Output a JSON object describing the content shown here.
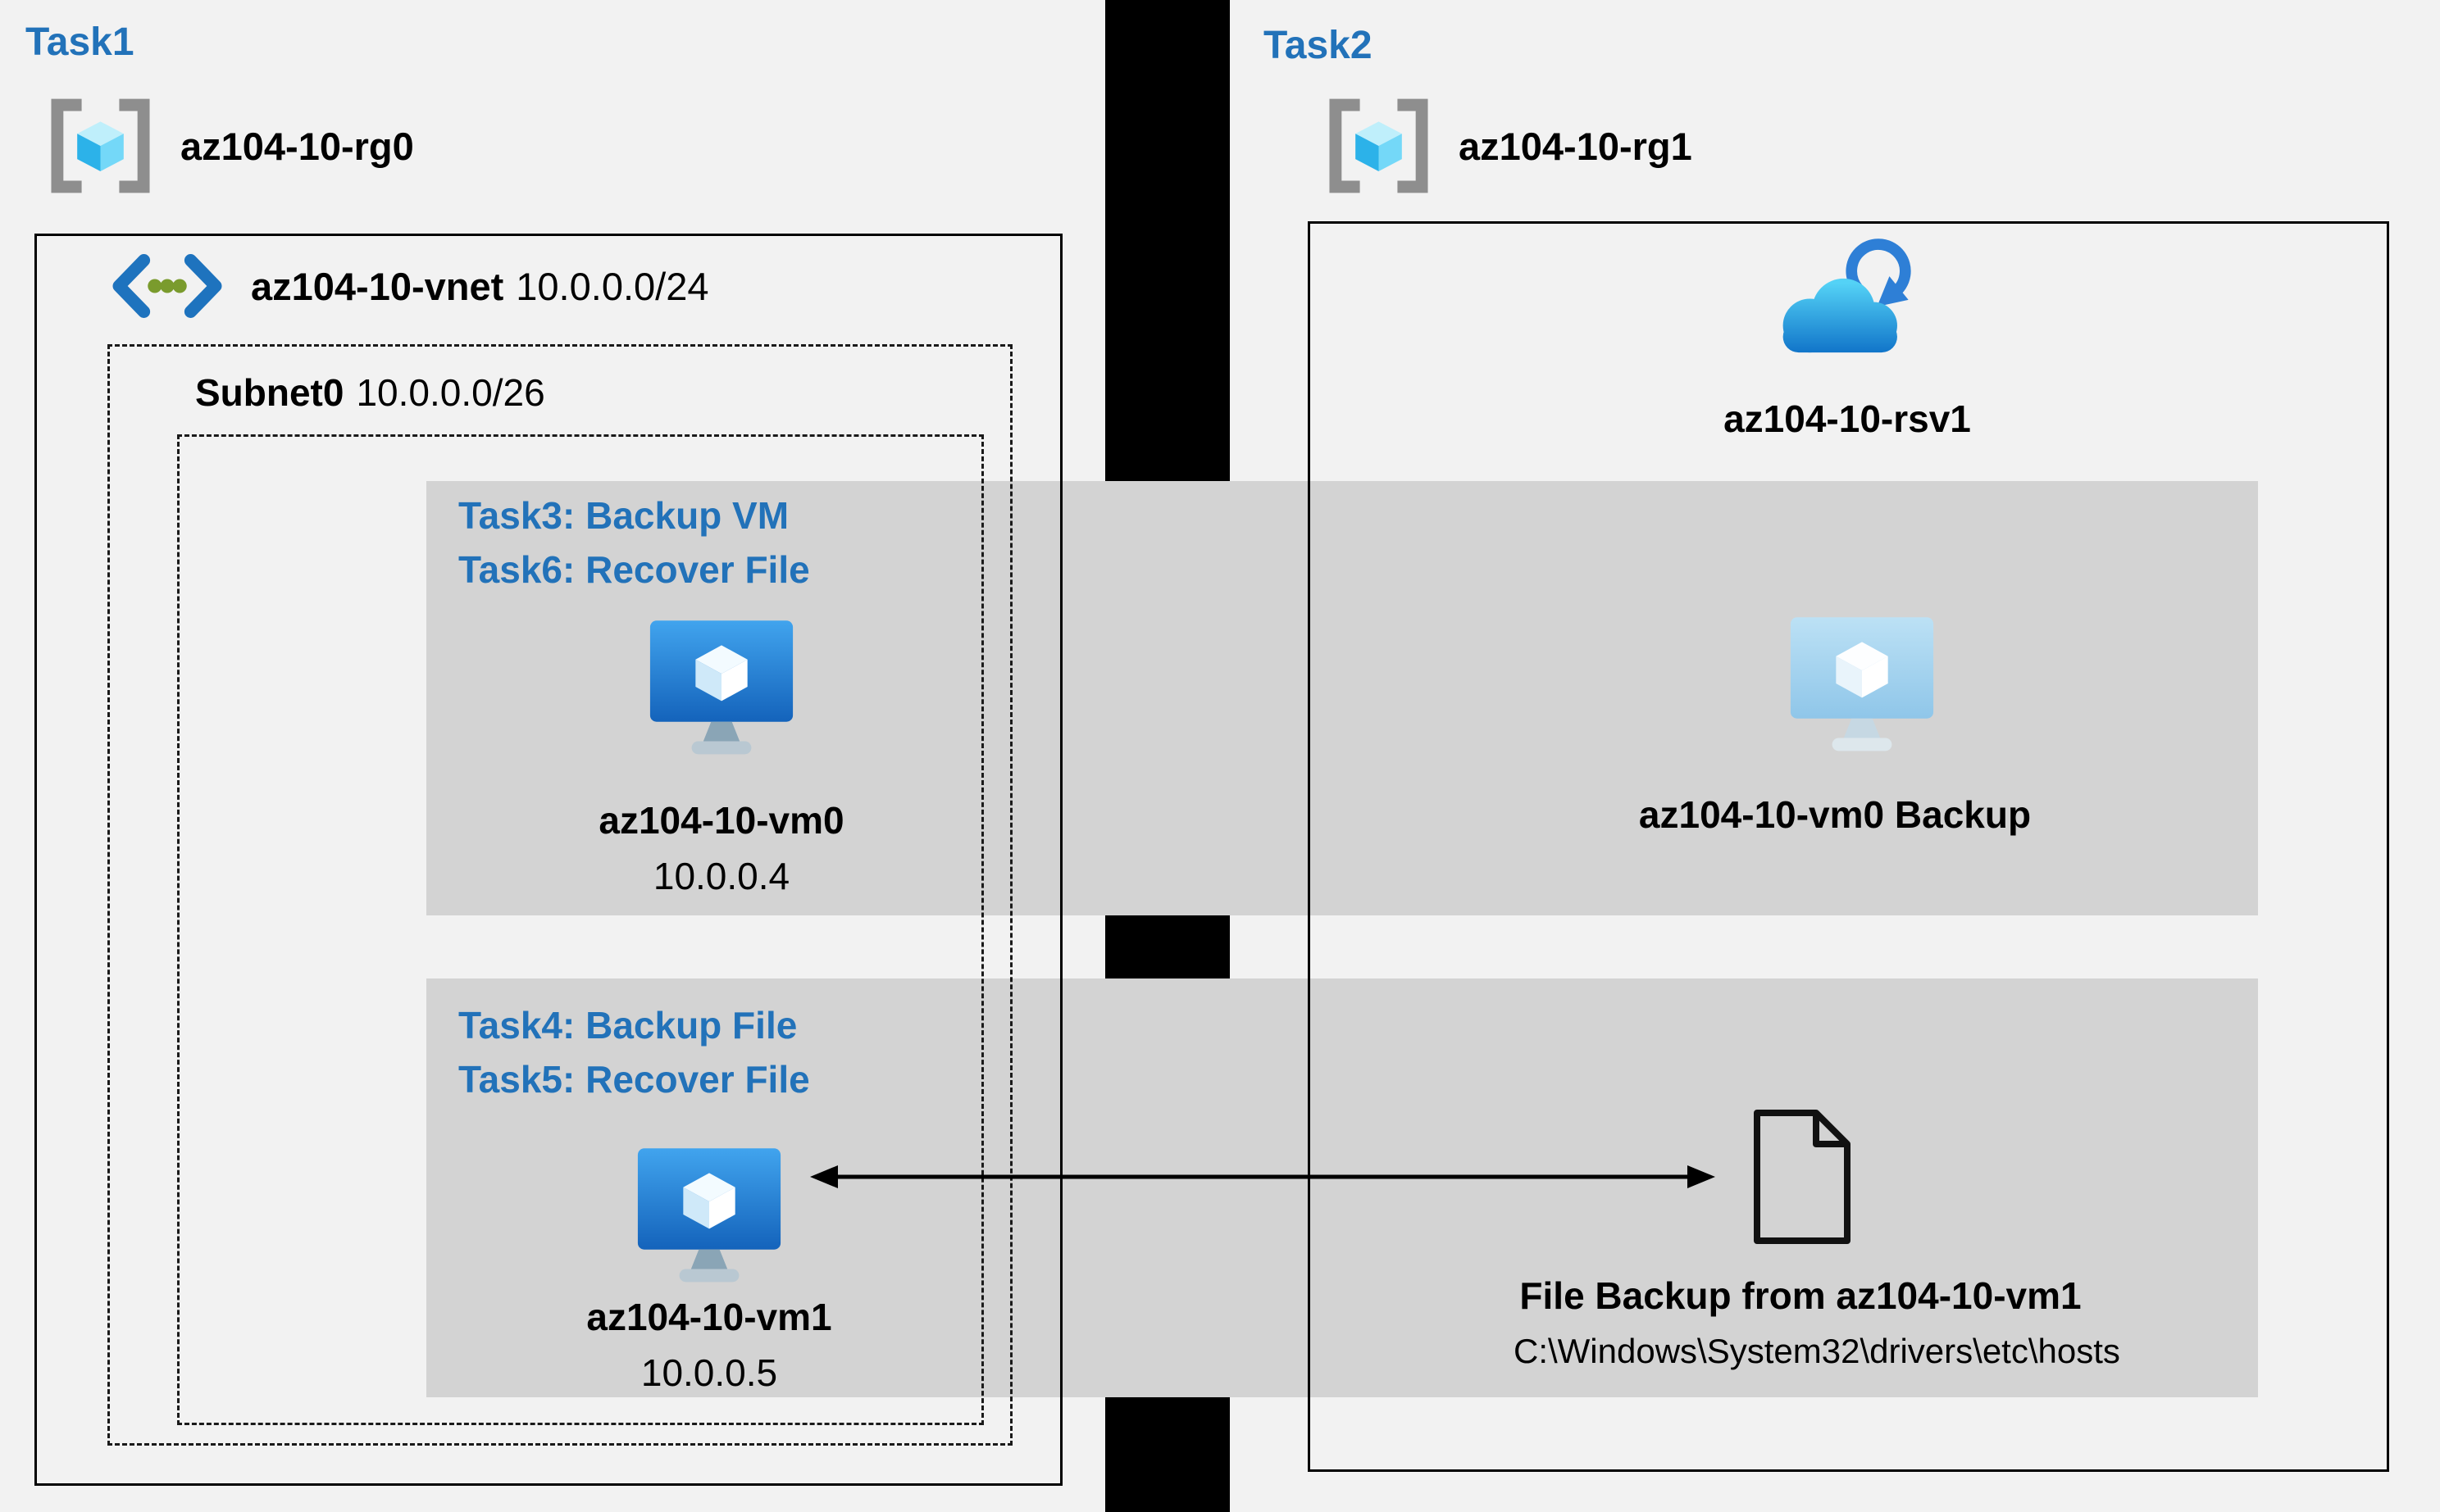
{
  "colors": {
    "accent_blue": "#2272b9",
    "panel_gray": "#d3d3d3",
    "divider": "#000000"
  },
  "left": {
    "task_label": "Task1",
    "resource_group": "az104-10-rg0",
    "vnet": {
      "name": "az104-10-vnet",
      "cidr": "10.0.0.0/24"
    },
    "subnet": {
      "name": "Subnet0",
      "cidr": "10.0.0.0/26"
    },
    "vm0": {
      "task_lines": [
        "Task3: Backup VM",
        "Task6: Recover File"
      ],
      "name": "az104-10-vm0",
      "ip": "10.0.0.4"
    },
    "vm1": {
      "task_lines": [
        "Task4: Backup File",
        "Task5: Recover File"
      ],
      "name": "az104-10-vm1",
      "ip": "10.0.0.5"
    }
  },
  "right": {
    "task_label": "Task2",
    "resource_group": "az104-10-rg1",
    "vault_name": "az104-10-rsv1",
    "vm_backup_label": "az104-10-vm0 Backup",
    "file_backup": {
      "title": "File Backup from az104-10-vm1",
      "path": "C:\\Windows\\System32\\drivers\\etc\\hosts"
    }
  }
}
